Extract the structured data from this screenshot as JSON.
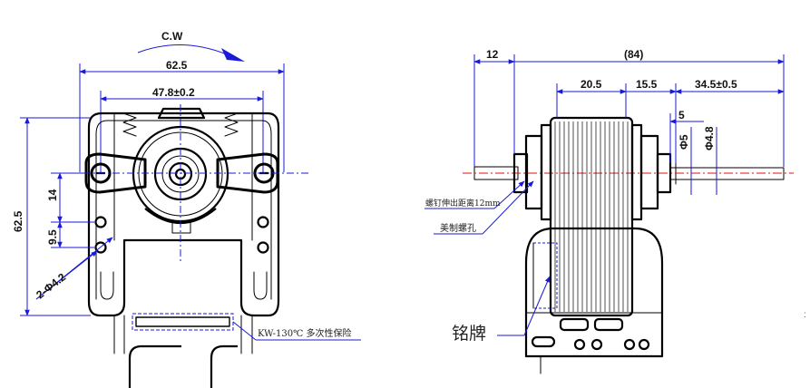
{
  "left_view": {
    "rotation": "C.W",
    "dim_width": "62.5",
    "dim_mount": "47.8±0.2",
    "dim_height": "62.5",
    "dim_14": "14",
    "dim_9_5": "9.5",
    "dim_holes": "2-Φ4.2",
    "fuse_note": "KW-130℃ 多次性保险"
  },
  "right_view": {
    "dim_12": "12",
    "dim_84": "(84)",
    "dim_20_5": "20.5",
    "dim_15_5": "15.5",
    "dim_34_5": "34.5±0.5",
    "dim_5": "5",
    "dim_phi5": "Φ5",
    "dim_phi4_8": "Φ4.8",
    "screw_note": "螺钉伸出距离12mm",
    "screw_hole": "美制螺孔",
    "nameplate": "铭牌"
  },
  "colors": {
    "dimension_lines": "#1a1adb",
    "centerline": "#e01010",
    "outline": "#000000"
  }
}
